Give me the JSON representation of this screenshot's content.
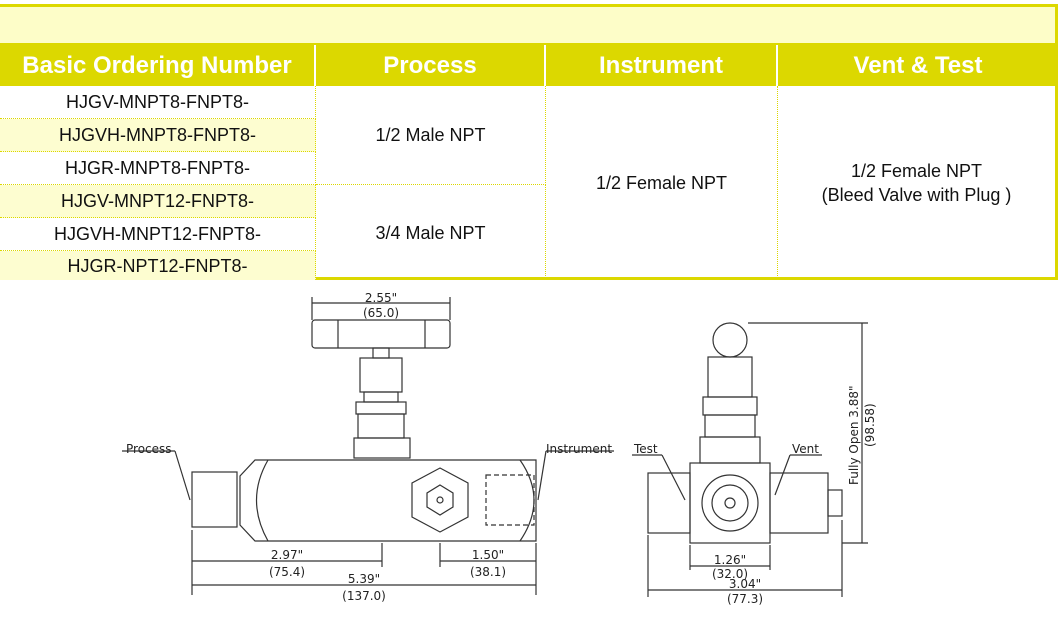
{
  "table": {
    "headers": [
      "Basic Ordering Number",
      "Process",
      "Instrument",
      "Vent & Test"
    ],
    "ordering_numbers": [
      "HJGV-MNPT8-FNPT8-",
      "HJGVH-MNPT8-FNPT8-",
      "HJGR-MNPT8-FNPT8-",
      "HJGV-MNPT12-FNPT8-",
      "HJGVH-MNPT12-FNPT8-",
      "HJGR-NPT12-FNPT8-"
    ],
    "process": [
      "1/2 Male NPT",
      "3/4 Male NPT"
    ],
    "instrument": "1/2 Female NPT",
    "vent_test": [
      "1/2 Female NPT",
      "(Bleed Valve with Plug )"
    ]
  },
  "drawing_front": {
    "labels": {
      "process": "Process",
      "instrument": "Instrument"
    },
    "dims": {
      "handle": "2.55\"",
      "handle_mm": "(65.0)",
      "a": "2.97\"",
      "a_mm": "(75.4)",
      "b": "1.50\"",
      "b_mm": "(38.1)",
      "total": "5.39\"",
      "total_mm": "(137.0)"
    }
  },
  "drawing_side": {
    "labels": {
      "test": "Test",
      "vent": "Vent"
    },
    "dims": {
      "height": "Fully Open 3.88\"",
      "height_mm": "(98.58)",
      "body": "1.26\"",
      "body_mm": "(32.0)",
      "width": "3.04\"",
      "width_mm": "(77.3)"
    }
  }
}
